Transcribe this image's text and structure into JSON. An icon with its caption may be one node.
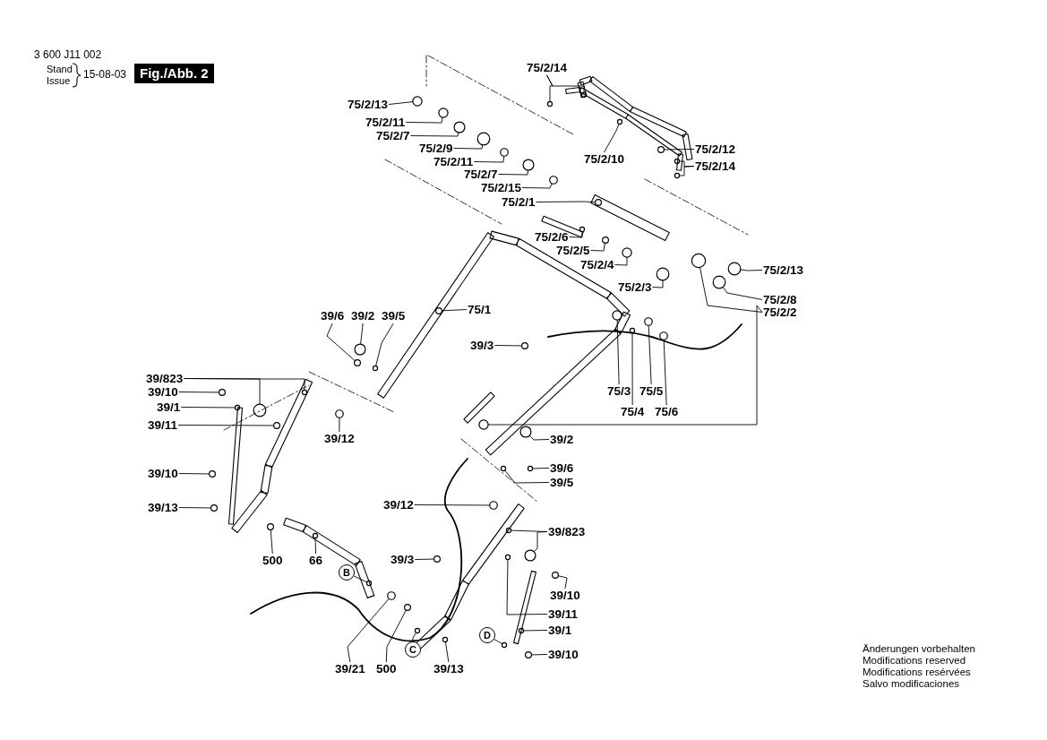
{
  "diagram": {
    "nodes": [
      {
        "text": [
          "75/2/13"
        ]
      },
      {
        "text": [
          "75/2/11"
        ]
      },
      {
        "text": [
          "75/2/7"
        ]
      },
      {
        "text": [
          "75/2/9"
        ]
      },
      {
        "text": [
          "75/2/11"
        ]
      },
      {
        "text": [
          "75/2/7"
        ]
      },
      {
        "text": [
          "75/2/15"
        ]
      },
      {
        "text": [
          "75/2/1"
        ]
      },
      {
        "text": [
          "75/2/14"
        ]
      },
      {
        "text": [
          "75/2/10"
        ]
      },
      {
        "text": [
          "75/2/12"
        ]
      },
      {
        "text": [
          "75/2/14"
        ]
      },
      {
        "text": [
          "75/2/6"
        ]
      },
      {
        "text": [
          "75/2/5"
        ]
      },
      {
        "text": [
          "75/2/4"
        ]
      },
      {
        "text": [
          "75/2/3"
        ]
      },
      {
        "text": [
          "75/2/13"
        ]
      },
      {
        "text": [
          "75/2/8"
        ]
      },
      {
        "text": [
          "75/2/2"
        ]
      },
      {
        "text": [
          "75/1"
        ]
      },
      {
        "text": [
          "39/6"
        ]
      },
      {
        "text": [
          "39/2"
        ]
      },
      {
        "text": [
          "39/5"
        ]
      },
      {
        "text": [
          "39/3"
        ]
      },
      {
        "text": [
          "75/3"
        ]
      },
      {
        "text": [
          "75/5"
        ]
      },
      {
        "text": [
          "75/4"
        ]
      },
      {
        "text": [
          "75/6"
        ]
      },
      {
        "text": [
          "39/823"
        ]
      },
      {
        "text": [
          "39/10"
        ]
      },
      {
        "text": [
          "39/1"
        ]
      },
      {
        "text": [
          "39/11"
        ]
      },
      {
        "text": [
          "39/12"
        ]
      },
      {
        "text": [
          "39/10"
        ]
      },
      {
        "text": [
          "39/13"
        ]
      },
      {
        "text": [
          "39/2"
        ]
      },
      {
        "text": [
          "39/6"
        ]
      },
      {
        "text": [
          "39/5"
        ]
      },
      {
        "text": [
          "39/12"
        ]
      },
      {
        "text": [
          "39/823"
        ]
      },
      {
        "text": [
          "500"
        ]
      },
      {
        "text": [
          "66"
        ]
      },
      {
        "text": [
          "39/3"
        ]
      },
      {
        "text": [
          "B"
        ]
      },
      {
        "text": [
          "39/10"
        ]
      },
      {
        "text": [
          "39/11"
        ]
      },
      {
        "text": [
          "39/1"
        ]
      },
      {
        "text": [
          "D"
        ]
      },
      {
        "text": [
          "39/10"
        ]
      },
      {
        "text": [
          "39/21"
        ]
      },
      {
        "text": [
          "500"
        ]
      },
      {
        "text": [
          "C"
        ]
      },
      {
        "text": [
          "39/13"
        ]
      },
      {
        "text": [],
        "shape": "circle"
      },
      {
        "text": [],
        "shape": "circle"
      },
      {
        "text": [],
        "shape": "circle"
      },
      {
        "text": [],
        "shape": "circle"
      },
      {
        "text": [],
        "shape": "circle"
      },
      {
        "text": [],
        "shape": "circle"
      },
      {
        "text": [],
        "shape": "circle"
      },
      {
        "text": [],
        "shape": "circle"
      },
      {
        "text": [],
        "shape": "circle"
      },
      {
        "text": [],
        "shape": "circle"
      },
      {
        "text": [],
        "shape": "circle"
      },
      {
        "text": [],
        "shape": "circle"
      },
      {
        "text": [],
        "shape": "circle"
      },
      {
        "text": [],
        "shape": "circle"
      },
      {
        "text": [],
        "shape": "circle"
      },
      {
        "text": [],
        "shape": "circle"
      },
      {
        "text": [],
        "shape": "circle"
      },
      {
        "text": [],
        "shape": "circle"
      },
      {
        "text": [],
        "shape": "circle"
      },
      {
        "text": [],
        "shape": "circle"
      },
      {
        "text": [],
        "shape": "circle"
      },
      {
        "text": [],
        "shape": "circle"
      },
      {
        "text": [],
        "shape": "circle"
      },
      {
        "text": [],
        "shape": "circle"
      },
      {
        "text": [],
        "shape": "circle"
      },
      {
        "text": [],
        "shape": "circle"
      },
      {
        "text": [],
        "shape": "circle"
      },
      {
        "text": [],
        "shape": "circle"
      },
      {
        "text": [],
        "shape": "circle"
      },
      {
        "text": [],
        "shape": "circle"
      },
      {
        "text": [],
        "shape": "circle"
      },
      {
        "text": [],
        "shape": "circle"
      },
      {
        "text": [],
        "shape": "circle"
      },
      {
        "text": [],
        "shape": "circle"
      },
      {
        "text": [],
        "shape": "circle"
      },
      {
        "text": [],
        "shape": "circle"
      },
      {
        "text": [],
        "shape": "circle"
      },
      {
        "text": [],
        "shape": "circle"
      },
      {
        "text": [],
        "shape": "circle"
      },
      {
        "text": [],
        "shape": "circle"
      },
      {
        "text": [],
        "shape": "circle"
      },
      {
        "text": [],
        "shape": "circle"
      },
      {
        "text": [],
        "shape": "circle"
      },
      {
        "text": [],
        "shape": "circle"
      },
      {
        "text": [],
        "shape": "circle"
      },
      {
        "text": [],
        "shape": "circle"
      },
      {
        "text": [],
        "shape": "circle"
      },
      {
        "text": [],
        "shape": "circle"
      },
      {
        "text": [],
        "shape": "circle"
      },
      {
        "text": [],
        "shape": "circle"
      },
      {
        "text": [],
        "shape": "circle"
      },
      {
        "text": [],
        "shape": "circle"
      },
      {
        "text": [],
        "shape": "circle"
      },
      {
        "text": [],
        "shape": "circle"
      },
      {
        "text": [],
        "shape": "circle"
      },
      {
        "text": [],
        "shape": "circle"
      },
      {
        "text": [],
        "shape": "circle"
      },
      {
        "text": [],
        "shape": "circle"
      }
    ],
    "edges": [
      {
        "from": 0,
        "to": 53,
        "arrow": "none"
      },
      {
        "from": 1,
        "to": 54,
        "arrow": "none"
      },
      {
        "from": 2,
        "to": 55,
        "arrow": "none"
      },
      {
        "from": 3,
        "to": 56,
        "arrow": "none"
      },
      {
        "from": 4,
        "to": 57,
        "arrow": "none"
      },
      {
        "from": 5,
        "to": 58,
        "arrow": "none"
      },
      {
        "from": 6,
        "to": 59,
        "arrow": "none"
      },
      {
        "from": 7,
        "to": 60,
        "arrow": "none"
      },
      {
        "from": 8,
        "to": 61,
        "arrow": "none"
      },
      {
        "from": 8,
        "to": 62,
        "arrow": "none"
      },
      {
        "from": 9,
        "to": 63,
        "arrow": "none"
      },
      {
        "from": 10,
        "to": 64,
        "arrow": "none"
      },
      {
        "from": 11,
        "to": 65,
        "arrow": "none"
      },
      {
        "from": 11,
        "to": 66,
        "arrow": "none"
      },
      {
        "from": 12,
        "to": 67,
        "arrow": "none"
      },
      {
        "from": 13,
        "to": 68,
        "arrow": "none"
      },
      {
        "from": 14,
        "to": 69,
        "arrow": "none"
      },
      {
        "from": 15,
        "to": 70,
        "arrow": "none"
      },
      {
        "from": 16,
        "to": 71,
        "arrow": "none"
      },
      {
        "from": 17,
        "to": 72,
        "arrow": "none"
      },
      {
        "from": 18,
        "to": 73,
        "arrow": "none"
      },
      {
        "from": 18,
        "to": 74,
        "arrow": "none"
      },
      {
        "from": 19,
        "to": 75,
        "arrow": "none"
      },
      {
        "from": 20,
        "to": 76,
        "arrow": "none"
      },
      {
        "from": 21,
        "to": 77,
        "arrow": "none"
      },
      {
        "from": 22,
        "to": 78,
        "arrow": "none"
      },
      {
        "from": 23,
        "to": 79,
        "arrow": "none"
      },
      {
        "from": 24,
        "to": 80,
        "arrow": "none"
      },
      {
        "from": 25,
        "to": 81,
        "arrow": "none"
      },
      {
        "from": 26,
        "to": 82,
        "arrow": "none"
      },
      {
        "from": 27,
        "to": 83,
        "arrow": "none"
      },
      {
        "from": 28,
        "to": 84,
        "arrow": "none"
      },
      {
        "from": 28,
        "to": 85,
        "arrow": "none"
      },
      {
        "from": 29,
        "to": 86,
        "arrow": "none"
      },
      {
        "from": 30,
        "to": 87,
        "arrow": "none"
      },
      {
        "from": 31,
        "to": 88,
        "arrow": "none"
      },
      {
        "from": 32,
        "to": 89,
        "arrow": "none"
      },
      {
        "from": 33,
        "to": 90,
        "arrow": "none"
      },
      {
        "from": 34,
        "to": 91,
        "arrow": "none"
      },
      {
        "from": 35,
        "to": 92,
        "arrow": "none"
      },
      {
        "from": 36,
        "to": 93,
        "arrow": "none"
      },
      {
        "from": 37,
        "to": 94,
        "arrow": "none"
      },
      {
        "from": 38,
        "to": 95,
        "arrow": "none"
      },
      {
        "from": 39,
        "to": 96,
        "arrow": "none"
      },
      {
        "from": 39,
        "to": 97,
        "arrow": "none"
      },
      {
        "from": 40,
        "to": 98,
        "arrow": "none"
      },
      {
        "from": 41,
        "to": 99,
        "arrow": "none"
      },
      {
        "from": 42,
        "to": 100,
        "arrow": "none"
      },
      {
        "from": 43,
        "to": 101,
        "arrow": "none"
      },
      {
        "from": 44,
        "to": 102,
        "arrow": "none"
      },
      {
        "from": 45,
        "to": 103,
        "arrow": "none"
      },
      {
        "from": 46,
        "to": 104,
        "arrow": "none"
      },
      {
        "from": 47,
        "to": 105,
        "arrow": "none"
      },
      {
        "from": 48,
        "to": 106,
        "arrow": "none"
      },
      {
        "from": 49,
        "to": 107,
        "arrow": "none"
      },
      {
        "from": 50,
        "to": 108,
        "arrow": "none"
      },
      {
        "from": 51,
        "to": 109,
        "arrow": "none"
      },
      {
        "from": 52,
        "to": 110,
        "arrow": "none"
      }
    ],
    "labels": [
      "3 600 J11 002",
      "Stand",
      "Issue",
      "15-08-03",
      "Fig./Abb. 2",
      "Änderungen vorbehalten",
      "Modifications reserved",
      "Modifications resérvées",
      "Salvo modificaciones"
    ]
  }
}
